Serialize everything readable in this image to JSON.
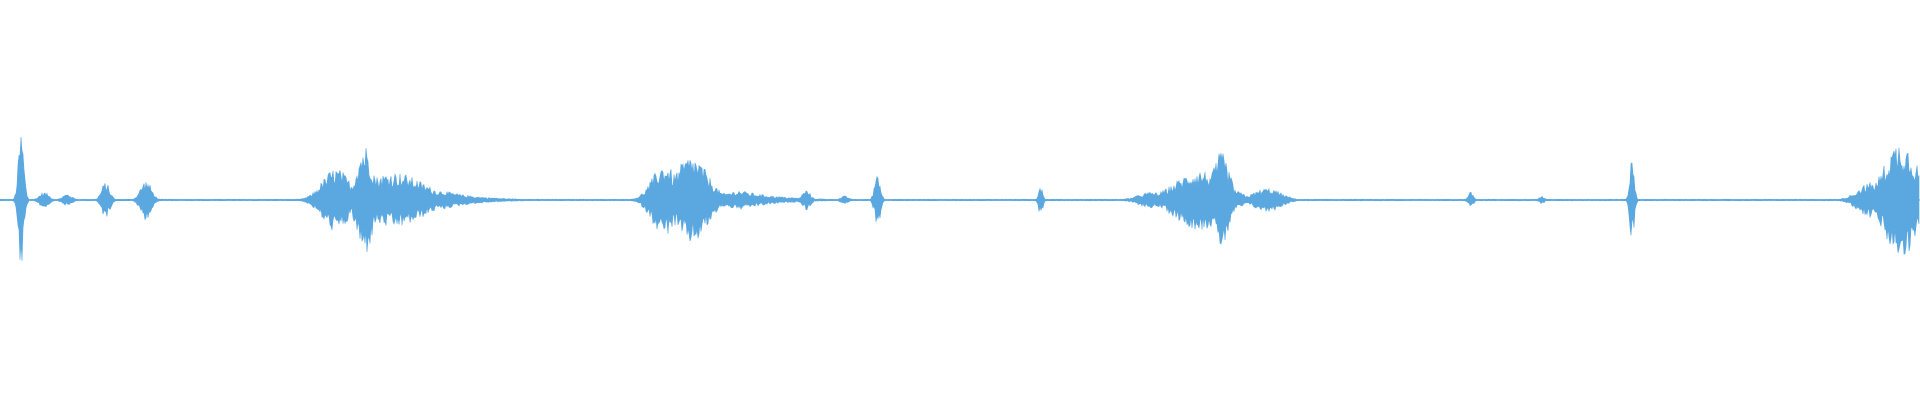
{
  "waveform": {
    "color": "#5ba8e0",
    "baseline_amplitude": 0.004,
    "bursts": [
      {
        "center": 0.011,
        "width": 0.002,
        "amplitude": 0.35,
        "type": "spike"
      },
      {
        "center": 0.023,
        "width": 0.0035,
        "amplitude": 0.04,
        "type": "blip"
      },
      {
        "center": 0.035,
        "width": 0.0035,
        "amplitude": 0.03,
        "type": "blip"
      },
      {
        "center": 0.055,
        "width": 0.003,
        "amplitude": 0.09,
        "type": "spike"
      },
      {
        "center": 0.076,
        "width": 0.004,
        "amplitude": 0.1,
        "type": "blip"
      },
      {
        "center": 0.175,
        "width": 0.01,
        "amplitude": 0.16,
        "type": "blob"
      },
      {
        "center": 0.19,
        "width": 0.006,
        "amplitude": 0.28,
        "type": "spike"
      },
      {
        "center": 0.205,
        "width": 0.022,
        "amplitude": 0.14,
        "type": "blob"
      },
      {
        "center": 0.23,
        "width": 0.018,
        "amplitude": 0.05,
        "type": "tail"
      },
      {
        "center": 0.346,
        "width": 0.009,
        "amplitude": 0.18,
        "type": "blob"
      },
      {
        "center": 0.36,
        "width": 0.012,
        "amplitude": 0.22,
        "type": "blob"
      },
      {
        "center": 0.385,
        "width": 0.02,
        "amplitude": 0.05,
        "type": "tail"
      },
      {
        "center": 0.42,
        "width": 0.003,
        "amplitude": 0.05,
        "type": "blip"
      },
      {
        "center": 0.44,
        "width": 0.003,
        "amplitude": 0.02,
        "type": "blip"
      },
      {
        "center": 0.457,
        "width": 0.002,
        "amplitude": 0.15,
        "type": "spike"
      },
      {
        "center": 0.542,
        "width": 0.0015,
        "amplitude": 0.08,
        "type": "spike"
      },
      {
        "center": 0.6,
        "width": 0.01,
        "amplitude": 0.04,
        "type": "blob"
      },
      {
        "center": 0.625,
        "width": 0.018,
        "amplitude": 0.15,
        "type": "blob"
      },
      {
        "center": 0.636,
        "width": 0.006,
        "amplitude": 0.24,
        "type": "spike"
      },
      {
        "center": 0.66,
        "width": 0.01,
        "amplitude": 0.06,
        "type": "blob"
      },
      {
        "center": 0.766,
        "width": 0.002,
        "amplitude": 0.04,
        "type": "blip"
      },
      {
        "center": 0.803,
        "width": 0.002,
        "amplitude": 0.02,
        "type": "blip"
      },
      {
        "center": 0.85,
        "width": 0.0016,
        "amplitude": 0.22,
        "type": "spike"
      },
      {
        "center": 0.975,
        "width": 0.01,
        "amplitude": 0.09,
        "type": "blob"
      },
      {
        "center": 0.99,
        "width": 0.012,
        "amplitude": 0.3,
        "type": "blob"
      }
    ]
  }
}
